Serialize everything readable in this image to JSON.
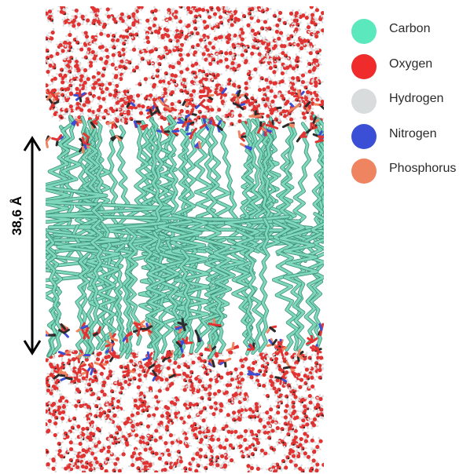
{
  "scale": {
    "label": "38,6 Å",
    "value": 38.6,
    "unit": "Å"
  },
  "legend": [
    {
      "label": "Carbon",
      "color": "#5ce8bd"
    },
    {
      "label": "Oxygen",
      "color": "#ef2b2b"
    },
    {
      "label": "Hydrogen",
      "color": "#d9dcdc"
    },
    {
      "label": "Nitrogen",
      "color": "#3a4fd6"
    },
    {
      "label": "Phosphorus",
      "color": "#ee8460"
    }
  ],
  "colors": {
    "carbon": "#7fd8bc",
    "carbon_dark": "#3b8f76",
    "oxygen": "#e23333",
    "hydrogen": "#dcdcdc",
    "nitrogen": "#3a4fd6",
    "phosphorus": "#ee8460",
    "bond_dark": "#2b2b2b"
  }
}
